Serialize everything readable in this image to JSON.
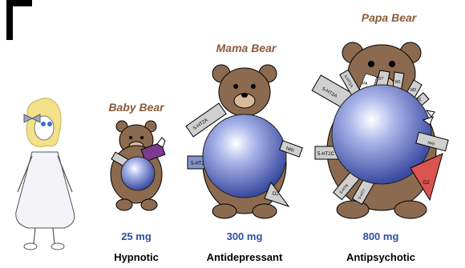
{
  "bears": [
    {
      "name": "Baby Bear",
      "dose": "25 mg",
      "use": "Hypnotic",
      "receptors": []
    },
    {
      "name": "Mama Bear",
      "dose": "300 mg",
      "use": "Antidepressant",
      "receptors": [
        "5-HT2A",
        "5-HT2C",
        "NRI",
        "D2"
      ]
    },
    {
      "name": "Papa Bear",
      "dose": "800 mg",
      "use": "Antipsychotic",
      "receptors": [
        "5-HT2A",
        "5-HT1A",
        "5-HT2C",
        "5-HT6",
        "5-HT7",
        "NRI",
        "D2",
        "PA",
        "X?",
        "M1",
        "M3",
        "H1"
      ]
    }
  ],
  "colors": {
    "bear_fur": "#8b6a4f",
    "sphere": "#5a6fc0",
    "d2_red": "#d9534f",
    "purple_receptor": "#7d3a8f",
    "blue_receptor": "#8494c8",
    "girl_hair": "#f3e28a",
    "girl_dress": "#f4f4f8"
  }
}
